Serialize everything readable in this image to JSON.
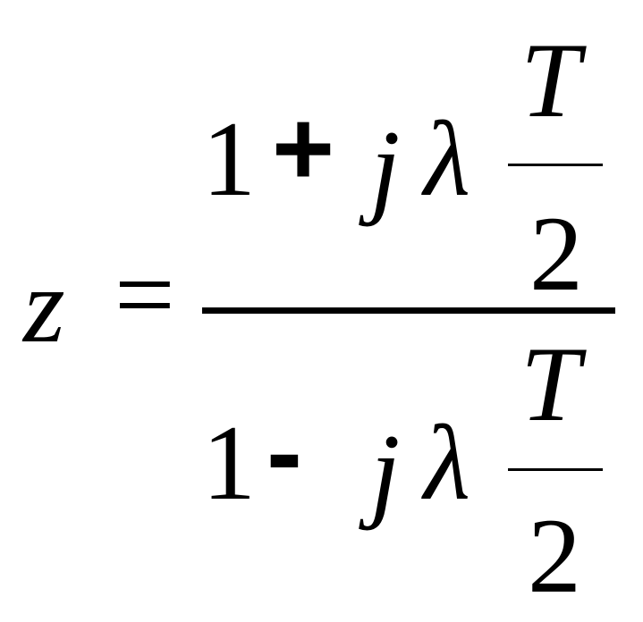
{
  "formula": {
    "lhs": "z",
    "equals": "=",
    "numerator": {
      "one": "1",
      "op": "+",
      "j": "j",
      "lambda": "λ",
      "frac": {
        "num": "T",
        "den": "2"
      }
    },
    "denominator": {
      "one": "1",
      "op": "-",
      "j": "j",
      "lambda": "λ",
      "frac": {
        "num": "T",
        "den": "2"
      }
    }
  }
}
